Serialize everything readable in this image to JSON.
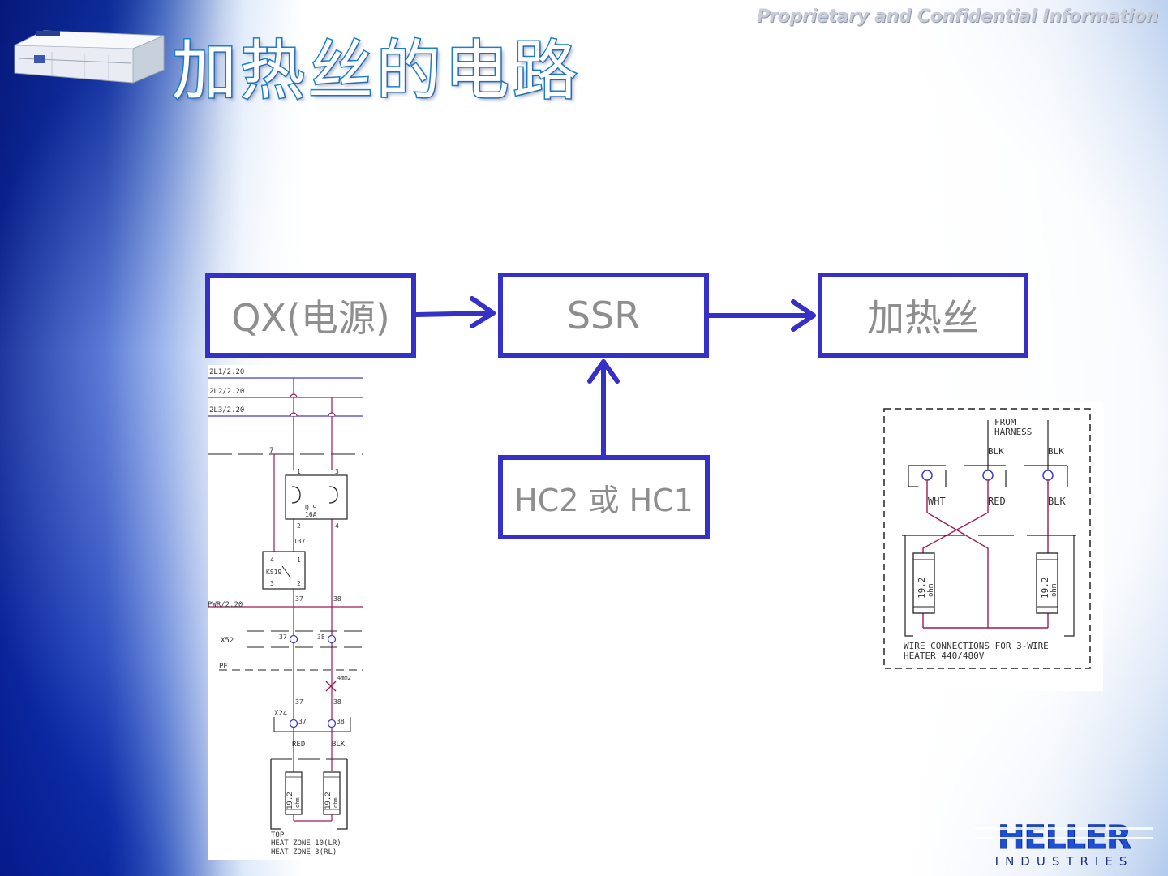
{
  "header": {
    "confidential": "Proprietary and Confidential Information",
    "title": "加热丝的电路"
  },
  "flow": {
    "box_power": "QX(电源)",
    "box_ssr": "SSR",
    "box_heater": "加热丝",
    "box_control": "HC2 或 HC1"
  },
  "left_schematic": {
    "bus_labels": [
      "2L1/2.20",
      "2L2/2.20",
      "2L3/2.20"
    ],
    "wire_7": "7",
    "breaker_pins": [
      "1",
      "3",
      "2",
      "4"
    ],
    "breaker_name": "Q19",
    "breaker_rating": "16A",
    "wire_137": "137",
    "relay_name": "KS19",
    "relay_pins": [
      "4",
      "1",
      "3",
      "2"
    ],
    "pwr_label": "PWR/2.20",
    "wire_37": "37",
    "wire_38": "38",
    "terminal_x52": "X52",
    "pe_label": "PE",
    "wire_size": "4mm2",
    "terminal_x24": "X24",
    "wire_red": "RED",
    "wire_blk": "BLK",
    "element_value": "19.2",
    "element_unit": "ohm",
    "caption_1": "TOP",
    "caption_2": "HEAT ZONE 10(LR)",
    "caption_3": "HEAT ZONE 3(RL)"
  },
  "right_schematic": {
    "from_1": "FROM",
    "from_2": "HARNESS",
    "blk_1": "BLK",
    "blk_2": "BLK",
    "term_wht": "WHT",
    "term_red": "RED",
    "term_blk": "BLK",
    "element_value": "19.2",
    "element_unit": "ohm",
    "caption_1": "WIRE CONNECTIONS FOR 3-WIRE",
    "caption_2": "HEATER 440/480V"
  },
  "logo": {
    "brand": "HELLER",
    "sub": "INDUSTRIES"
  },
  "colors": {
    "box_border": "#3530c8",
    "arrow": "#3530c8",
    "box_text": "#8e8e8e",
    "title_stroke": "#1a7fd0",
    "wire": "#a0195a",
    "bus": "#3c3cd0"
  }
}
